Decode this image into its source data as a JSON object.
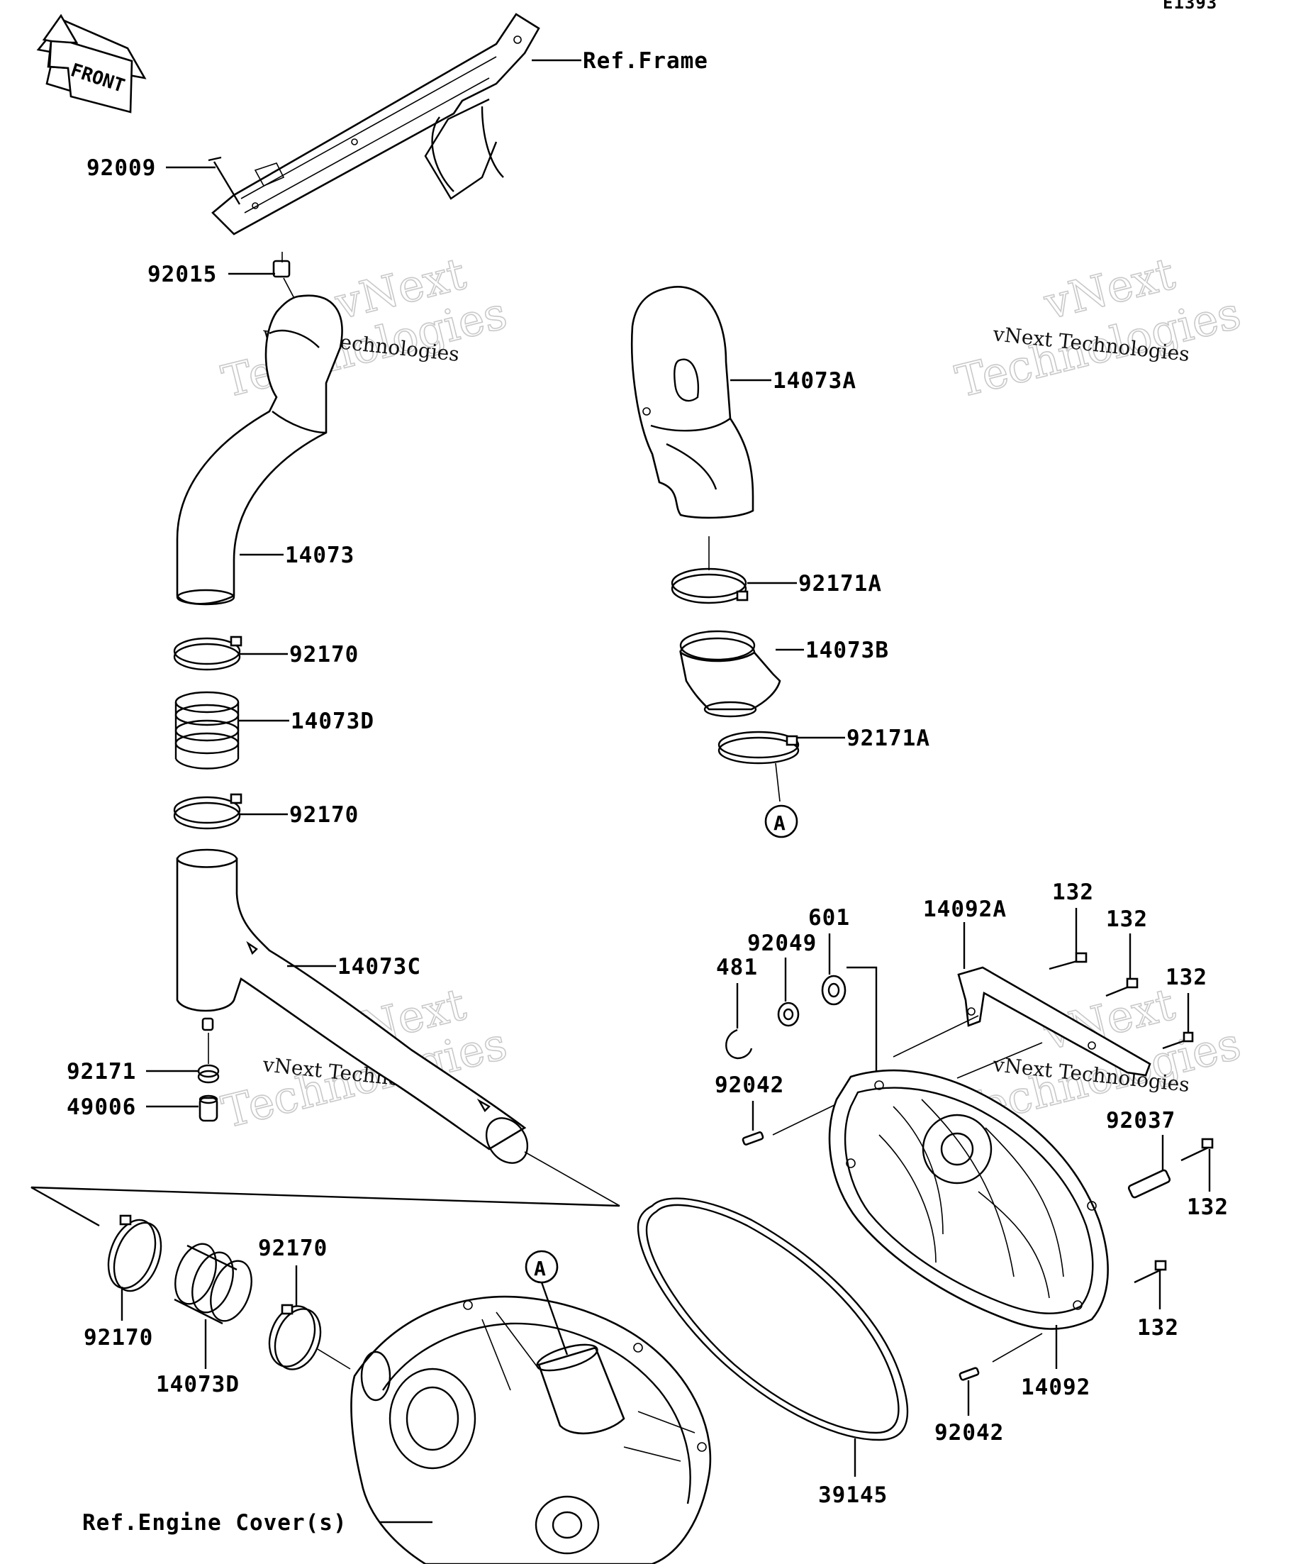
{
  "diagram_code": "E1393",
  "front_label": "FRONT",
  "ref_frame": "Ref.Frame",
  "ref_engine_cover": "Ref.Engine Cover(s)",
  "parts": {
    "p92009": "92009",
    "p92015": "92015",
    "p14073": "14073",
    "p92170_a": "92170",
    "p14073D_a": "14073D",
    "p92170_b": "92170",
    "p14073C": "14073C",
    "p92171": "92171",
    "p49006": "49006",
    "p14073A": "14073A",
    "p92171A_a": "92171A",
    "p14073B": "14073B",
    "p92171A_b": "92171A",
    "p601": "601",
    "p92049": "92049",
    "p481": "481",
    "p14092A": "14092A",
    "p132_a": "132",
    "p132_b": "132",
    "p132_c": "132",
    "p92042_a": "92042",
    "p92037": "92037",
    "p132_d": "132",
    "p132_e": "132",
    "p92170_c": "92170",
    "p92170_d": "92170",
    "p14073D_b": "14073D",
    "p14092": "14092",
    "p92042_b": "92042",
    "p39145": "39145"
  },
  "refs": {
    "a_top": "A",
    "a_bottom": "A"
  },
  "watermark": {
    "line1": "vNext Technologies",
    "line2": "vNext",
    "line3": "Technologies"
  }
}
